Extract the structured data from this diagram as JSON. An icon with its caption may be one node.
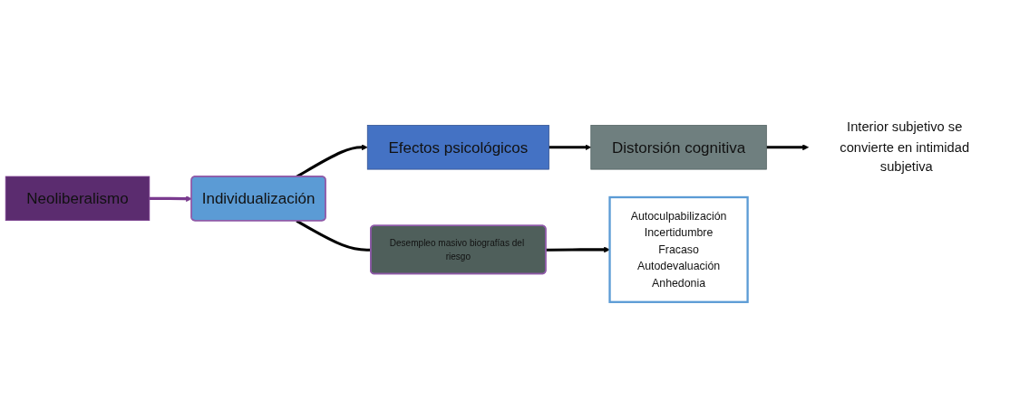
{
  "diagram": {
    "nodes": [
      {
        "text": [
          "Neoliberalismo"
        ]
      },
      {
        "text": [
          "Individualización"
        ]
      },
      {
        "text": [
          "Desempleo masivo biografías del riesgo"
        ]
      },
      {
        "text": [
          "Efectos psicológicos"
        ]
      },
      {
        "text": [
          "Distorsión cognitiva"
        ]
      },
      {
        "text": [
          "Interior subjetivo se convierte en intimidad subjetiva"
        ]
      },
      {
        "text": [
          "Autoculpabilización",
          "Incertidumbre",
          "Fracaso",
          "Autodevaluación",
          "Anhedonia"
        ]
      }
    ],
    "edges": [
      {
        "from": 0,
        "to": 1,
        "arrow": "to",
        "color": "#7a3b8f"
      },
      {
        "from": 1,
        "to": 3,
        "arrow": "to"
      },
      {
        "from": 1,
        "to": 2,
        "arrow": "none"
      },
      {
        "from": 2,
        "to": 6,
        "arrow": "to"
      },
      {
        "from": 3,
        "to": 4,
        "arrow": "to"
      },
      {
        "from": 4,
        "to": 5,
        "arrow": "to"
      }
    ]
  }
}
